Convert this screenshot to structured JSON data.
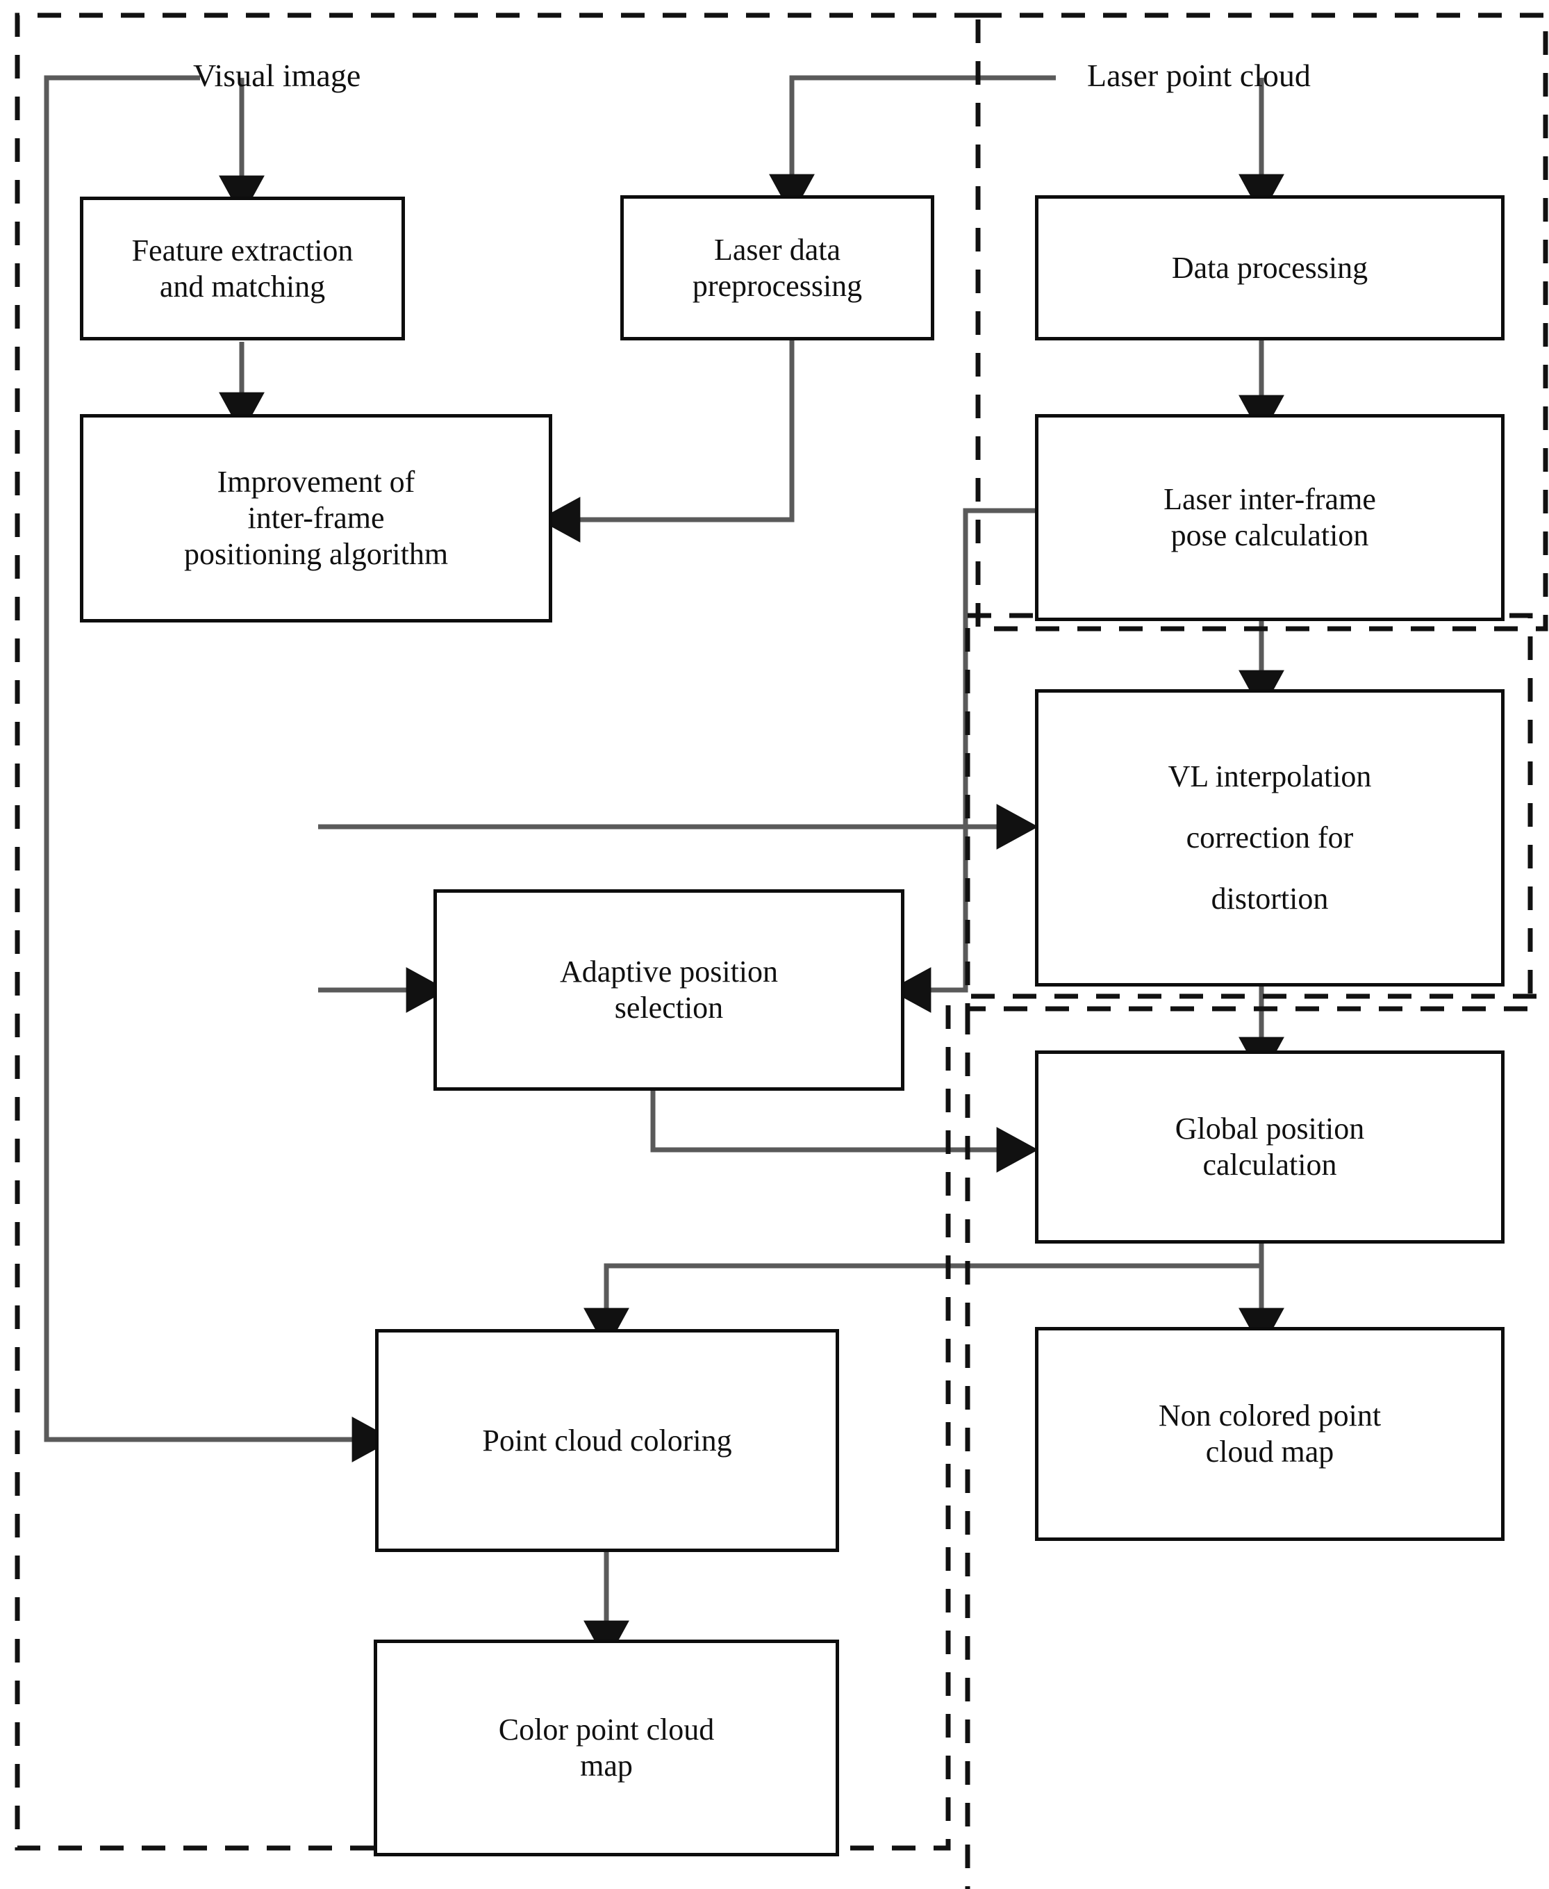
{
  "diagram": {
    "title": "Visual-laser fusion SLAM point cloud colouring flowchart",
    "type": "flowchart",
    "line_color": "#5a5a5a",
    "box_border_color": "#0d0d0d",
    "background": "#ffffff"
  },
  "inputs": [
    {
      "id": "visual-image",
      "label": "Visual image"
    },
    {
      "id": "laser-point-cloud",
      "label": "Laser point cloud"
    }
  ],
  "nodes": [
    {
      "id": "feature-extraction",
      "label": "Feature extraction\nand matching"
    },
    {
      "id": "laser-preprocessing",
      "label": "Laser data\npreprocessing"
    },
    {
      "id": "data-processing",
      "label": "Data processing"
    },
    {
      "id": "interframe-improvement",
      "label": "Improvement of\ninter-frame\npositioning algorithm"
    },
    {
      "id": "laser-pose-calculation",
      "label": "Laser inter-frame\npose calculation"
    },
    {
      "id": "vl-interpolation",
      "label": "VL interpolation\ncorrection  for\ndistortion"
    },
    {
      "id": "adaptive-selection",
      "label": "Adaptive position\nselection"
    },
    {
      "id": "global-position",
      "label": "Global position\ncalculation"
    },
    {
      "id": "non-colored-map",
      "label": "Non colored point\ncloud map"
    },
    {
      "id": "point-cloud-coloring",
      "label": "Point cloud coloring"
    },
    {
      "id": "color-map",
      "label": "Color point cloud\nmap"
    }
  ],
  "edges": [
    {
      "from": "visual-image",
      "to": "feature-extraction"
    },
    {
      "from": "laser-point-cloud",
      "to": "laser-preprocessing"
    },
    {
      "from": "laser-point-cloud",
      "to": "data-processing"
    },
    {
      "from": "feature-extraction",
      "to": "interframe-improvement"
    },
    {
      "from": "laser-preprocessing",
      "to": "interframe-improvement"
    },
    {
      "from": "data-processing",
      "to": "laser-pose-calculation"
    },
    {
      "from": "laser-pose-calculation",
      "to": "vl-interpolation"
    },
    {
      "from": "laser-pose-calculation",
      "to": "adaptive-selection"
    },
    {
      "from": "interframe-improvement",
      "to": "vl-interpolation"
    },
    {
      "from": "interframe-improvement",
      "to": "adaptive-selection"
    },
    {
      "from": "adaptive-selection",
      "to": "global-position"
    },
    {
      "from": "vl-interpolation",
      "to": "global-position"
    },
    {
      "from": "global-position",
      "to": "non-colored-map"
    },
    {
      "from": "global-position",
      "to": "point-cloud-coloring"
    },
    {
      "from": "visual-image",
      "to": "point-cloud-coloring"
    },
    {
      "from": "point-cloud-coloring",
      "to": "color-map"
    }
  ],
  "groups": [
    {
      "id": "visual-branch-group",
      "style": "dashed"
    },
    {
      "id": "laser-branch-group",
      "style": "dashed"
    },
    {
      "id": "fusion-correction-group",
      "style": "dashed"
    },
    {
      "id": "mapping-group",
      "style": "dashed"
    }
  ]
}
